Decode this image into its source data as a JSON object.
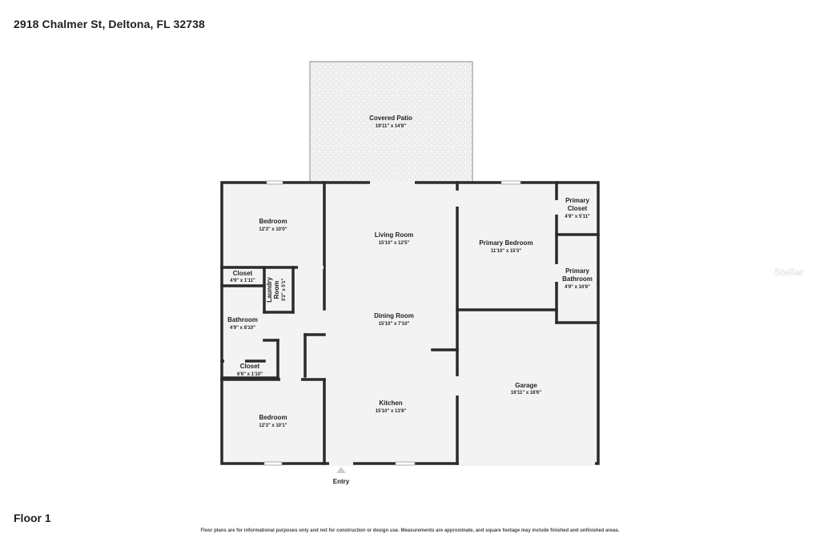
{
  "header": {
    "address": "2918 Chalmer St, Deltona, FL 32738"
  },
  "footer": {
    "floor": "Floor 1",
    "disclaimer": "Floor plans are for informational purposes only and not for construction or design use. Measurements are approximate, and square footage may include finished and unfinished areas."
  },
  "watermark": "Stellar",
  "entry": {
    "label": "Entry"
  },
  "rooms": {
    "covered_patio": {
      "name": "Covered Patio",
      "dims": "19'11\" x 14'8\""
    },
    "bedroom_top": {
      "name": "Bedroom",
      "dims": "12'3\" x 10'0\""
    },
    "closet_top": {
      "name": "Closet",
      "dims": "4'9\" x 1'11\""
    },
    "laundry": {
      "name_line1": "Laundry",
      "name_line2": "Room",
      "dims": "3'2\" x 5'1\""
    },
    "bathroom": {
      "name": "Bathroom",
      "dims": "4'9\" x 8'10\""
    },
    "closet_bottom": {
      "name": "Closet",
      "dims": "6'6\" x 1'10\""
    },
    "bedroom_bottom": {
      "name": "Bedroom",
      "dims": "12'3\" x 10'1\""
    },
    "living": {
      "name": "Living Room",
      "dims": "15'10\" x 12'5\""
    },
    "dining": {
      "name": "Dining Room",
      "dims": "15'10\" x 7'10\""
    },
    "kitchen": {
      "name": "Kitchen",
      "dims": "15'10\" x 13'8\""
    },
    "primary_bedroom": {
      "name": "Primary Bedroom",
      "dims": "11'10\" x 15'3\""
    },
    "primary_closet": {
      "name_line1": "Primary",
      "name_line2": "Closet",
      "dims": "4'9\" x 5'11\""
    },
    "primary_bathroom": {
      "name_line1": "Primary",
      "name_line2": "Bathroom",
      "dims": "4'9\" x 10'6\""
    },
    "garage": {
      "name": "Garage",
      "dims": "16'11\" x 18'6\""
    }
  }
}
